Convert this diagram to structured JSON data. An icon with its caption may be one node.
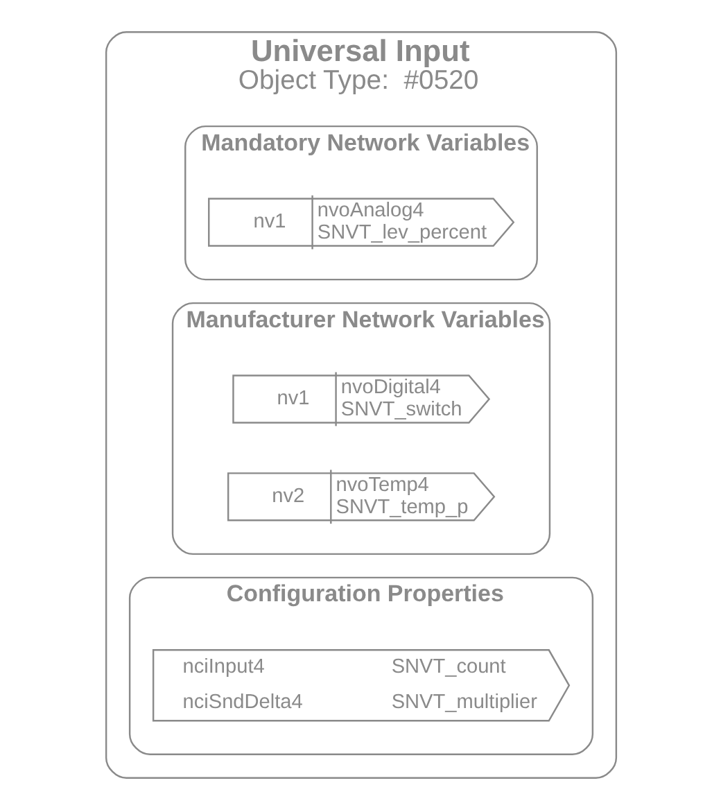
{
  "diagram": {
    "nodes": [
      {
        "text": [
          "Universal Input",
          "Object Type:  #0520"
        ]
      },
      {
        "text": [
          "Mandatory Network Variables"
        ],
        "in": 0
      },
      {
        "text": [
          "nv1",
          "nvoAnalog4 SNVT_lev_percent"
        ],
        "in": 1
      },
      {
        "text": [
          "Manufacturer Network Variables"
        ],
        "in": 0
      },
      {
        "text": [
          "nv1",
          "nvoDigital4 SNVT_switch"
        ],
        "in": 3
      },
      {
        "text": [
          "nv2",
          "nvoTemp4 SNVT_temp_p"
        ],
        "in": 3
      },
      {
        "text": [
          "Configuration Properties"
        ],
        "in": 0
      },
      {
        "text": [
          "nciInput4",
          "SNVT_count",
          "nciSndDelta4",
          "SNVT_multiplier"
        ],
        "in": 6
      }
    ]
  }
}
